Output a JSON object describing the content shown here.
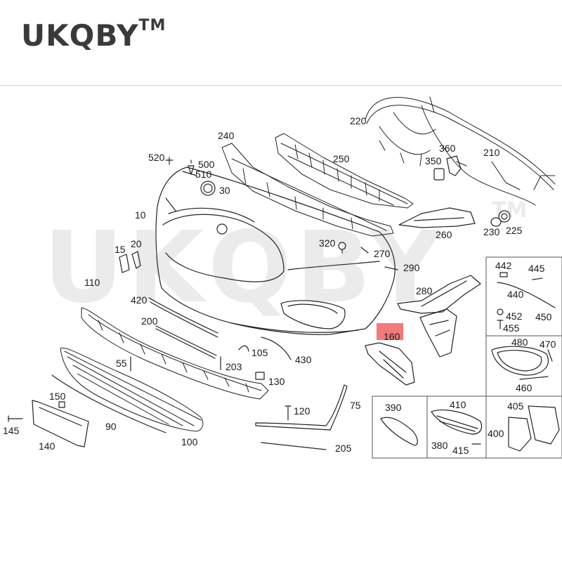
{
  "brand": {
    "name": "UKQBY",
    "trademark": "TM"
  },
  "watermark": {
    "text": "UKQBY",
    "trademark": "TM"
  },
  "labels": {
    "p10": "10",
    "p15": "15",
    "p20": "20",
    "p30": "30",
    "p55": "55",
    "p75": "75",
    "p90": "90",
    "p100": "100",
    "p105": "105",
    "p110": "110",
    "p120": "120",
    "p130": "130",
    "p140": "140",
    "p145": "145",
    "p150": "150",
    "p160": "160",
    "p200": "200",
    "p203": "203",
    "p205": "205",
    "p210": "210",
    "p220": "220",
    "p225": "225",
    "p230": "230",
    "p240": "240",
    "p250": "250",
    "p260": "260",
    "p270": "270",
    "p280": "280",
    "p290": "290",
    "p320": "320",
    "p350": "350",
    "p360": "360",
    "p380": "380",
    "p390": "390",
    "p400": "400",
    "p405": "405",
    "p410": "410",
    "p415": "415",
    "p420": "420",
    "p430": "430",
    "p440": "440",
    "p442": "442",
    "p445": "445",
    "p450": "450",
    "p452": "452",
    "p455": "455",
    "p460": "460",
    "p470": "470",
    "p480": "480",
    "p500": "500",
    "p510": "510",
    "p520": "520"
  },
  "colors": {
    "line": "#222222",
    "box": "#555555",
    "highlight": "#f27a7a",
    "watermark": "#ebebeb"
  }
}
